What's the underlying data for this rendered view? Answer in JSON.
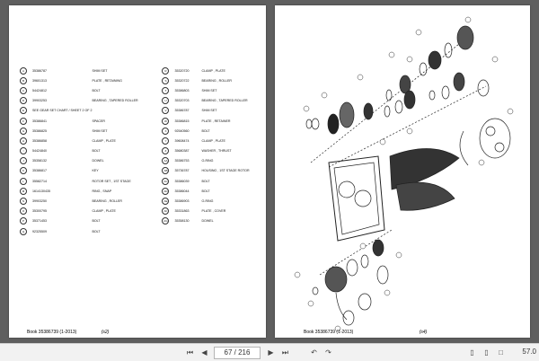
{
  "viewer": {
    "page_indicator": "67 / 216",
    "zoom": "57.0"
  },
  "left_page": {
    "footer_book": "Book  35386739  (1-2013)",
    "footer_page": "(s2)",
    "parts": [
      {
        "ref": "A",
        "num": "35386787",
        "desc": "SHIM SET",
        "ref2": "R",
        "num2": "35320720",
        "desc2": "CLAMP , PLATE"
      },
      {
        "ref": "B",
        "num": "39601313",
        "desc": "PLATE , RETAINING",
        "ref2": "S",
        "num2": "35320722",
        "desc2": "BEARING , ROLLER"
      },
      {
        "ref": "C",
        "num": "54424812",
        "desc": "BOLT",
        "ref2": "T",
        "num2": "35386803",
        "desc2": "SHIM SET"
      },
      {
        "ref": "D",
        "num": "39903253",
        "desc": "BEARING , TAPERED ROLLER",
        "ref2": "U",
        "num2": "35320703",
        "desc2": "BEARING , TAPERED ROLLER"
      },
      {
        "ref": "E",
        "num": "SEE GEAR SET CHART / SHEET 2 OF 2",
        "desc": "",
        "ref2": "V",
        "num2": "35386787",
        "desc2": "SHIM SET"
      },
      {
        "ref": "F",
        "num": "35386841",
        "desc": "SPACER",
        "ref2": "W",
        "num2": "35386815",
        "desc2": "PLATE , RETAINER"
      },
      {
        "ref": "G",
        "num": "35386825",
        "desc": "SHIM SET",
        "ref2": "X",
        "num2": "92540560",
        "desc2": "BOLT"
      },
      {
        "ref": "H",
        "num": "35386858",
        "desc": "CLAMP , PLATE",
        "ref2": "Y",
        "num2": "39608474",
        "desc2": "CLAMP , PLATE"
      },
      {
        "ref": "I",
        "num": "54424840",
        "desc": "BOLT",
        "ref2": "Z",
        "num2": "35680387",
        "desc2": "WASHER , THRUST"
      },
      {
        "ref": "J",
        "num": "35358132",
        "desc": "DOWEL",
        "ref2": "AA",
        "num2": "35386753",
        "desc2": "O-RING"
      },
      {
        "ref": "K",
        "num": "35386817",
        "desc": "KEY",
        "ref2": "AB",
        "num2": "35736787",
        "desc2": "HOUSING , 1ST STAGE ROTOR"
      },
      {
        "ref": "L",
        "num": "35582714",
        "desc": "ROTOR SET , 1ST STAGE",
        "ref2": "AC",
        "num2": "35386039",
        "desc2": "BOLT"
      },
      {
        "ref": "M",
        "num": "1614130435",
        "desc": "RING , SNAP",
        "ref2": "AD",
        "num2": "35386044",
        "desc2": "BOLT"
      },
      {
        "ref": "N",
        "num": "39903250",
        "desc": "BEARING , ROLLER",
        "ref2": "AE",
        "num2": "35386903",
        "desc2": "O-RING"
      },
      {
        "ref": "O",
        "num": "35300795",
        "desc": "CLAMP , PLATE",
        "ref2": "AF",
        "num2": "35331863",
        "desc2": "PLATE , COVER"
      },
      {
        "ref": "P",
        "num": "35371453",
        "desc": "BOLT",
        "ref2": "AG",
        "num2": "35358130",
        "desc2": "DOWEL"
      },
      {
        "ref": "Q",
        "num": "92325509",
        "desc": "BOLT",
        "ref2": "",
        "num2": "",
        "desc2": ""
      }
    ]
  },
  "right_page": {
    "footer_book": "Book  35386739  (1-2013)",
    "footer_page": "(s4)"
  }
}
